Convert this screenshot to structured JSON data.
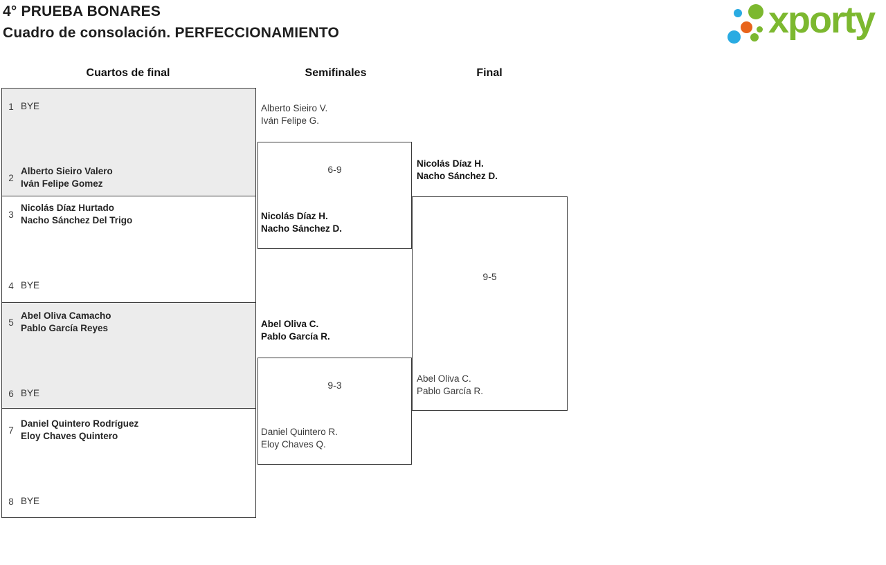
{
  "header": {
    "title_line1": "4° PRUEBA BONARES",
    "title_line2": "Cuadro de consolación. PERFECCIONAMIENTO"
  },
  "logo": {
    "text": "xporty",
    "colors": {
      "green": "#7cb82f",
      "blue": "#29abe2",
      "orange": "#e8641b"
    }
  },
  "columns": [
    {
      "label": "Cuartos de final"
    },
    {
      "label": "Semifinales"
    },
    {
      "label": "Final"
    }
  ],
  "bracket": {
    "quarterfinals": [
      {
        "entries": [
          {
            "seed": "1",
            "line1": "BYE",
            "line2": ""
          },
          {
            "seed": "2",
            "line1": "Alberto Sieiro Valero",
            "line2": "Iván Felipe Gomez"
          }
        ]
      },
      {
        "entries": [
          {
            "seed": "3",
            "line1": "Nicolás Díaz Hurtado",
            "line2": "Nacho Sánchez Del Trigo"
          },
          {
            "seed": "4",
            "line1": "BYE",
            "line2": ""
          }
        ]
      },
      {
        "entries": [
          {
            "seed": "5",
            "line1": "Abel Oliva Camacho",
            "line2": "Pablo García Reyes"
          },
          {
            "seed": "6",
            "line1": "BYE",
            "line2": ""
          }
        ]
      },
      {
        "entries": [
          {
            "seed": "7",
            "line1": "Daniel Quintero Rodríguez",
            "line2": "Eloy Chaves Quintero"
          },
          {
            "seed": "8",
            "line1": "BYE",
            "line2": ""
          }
        ]
      }
    ],
    "semifinals": [
      {
        "top": {
          "line1": "Alberto Sieiro V.",
          "line2": "Iván Felipe G."
        },
        "score": "6-9",
        "bottom": {
          "line1": "Nicolás Díaz H.",
          "line2": "Nacho Sánchez D."
        }
      },
      {
        "top": {
          "line1": "Abel Oliva C.",
          "line2": "Pablo García R."
        },
        "score": "9-3",
        "bottom": {
          "line1": "Daniel Quintero R.",
          "line2": "Eloy Chaves Q."
        }
      }
    ],
    "final": {
      "top": {
        "line1": "Nicolás Díaz H.",
        "line2": "Nacho Sánchez D."
      },
      "score": "9-5",
      "bottom": {
        "line1": "Abel Oliva C.",
        "line2": "Pablo García R."
      }
    }
  },
  "colors": {
    "box_shade": "#ececec",
    "border": "#3b3b3b"
  }
}
